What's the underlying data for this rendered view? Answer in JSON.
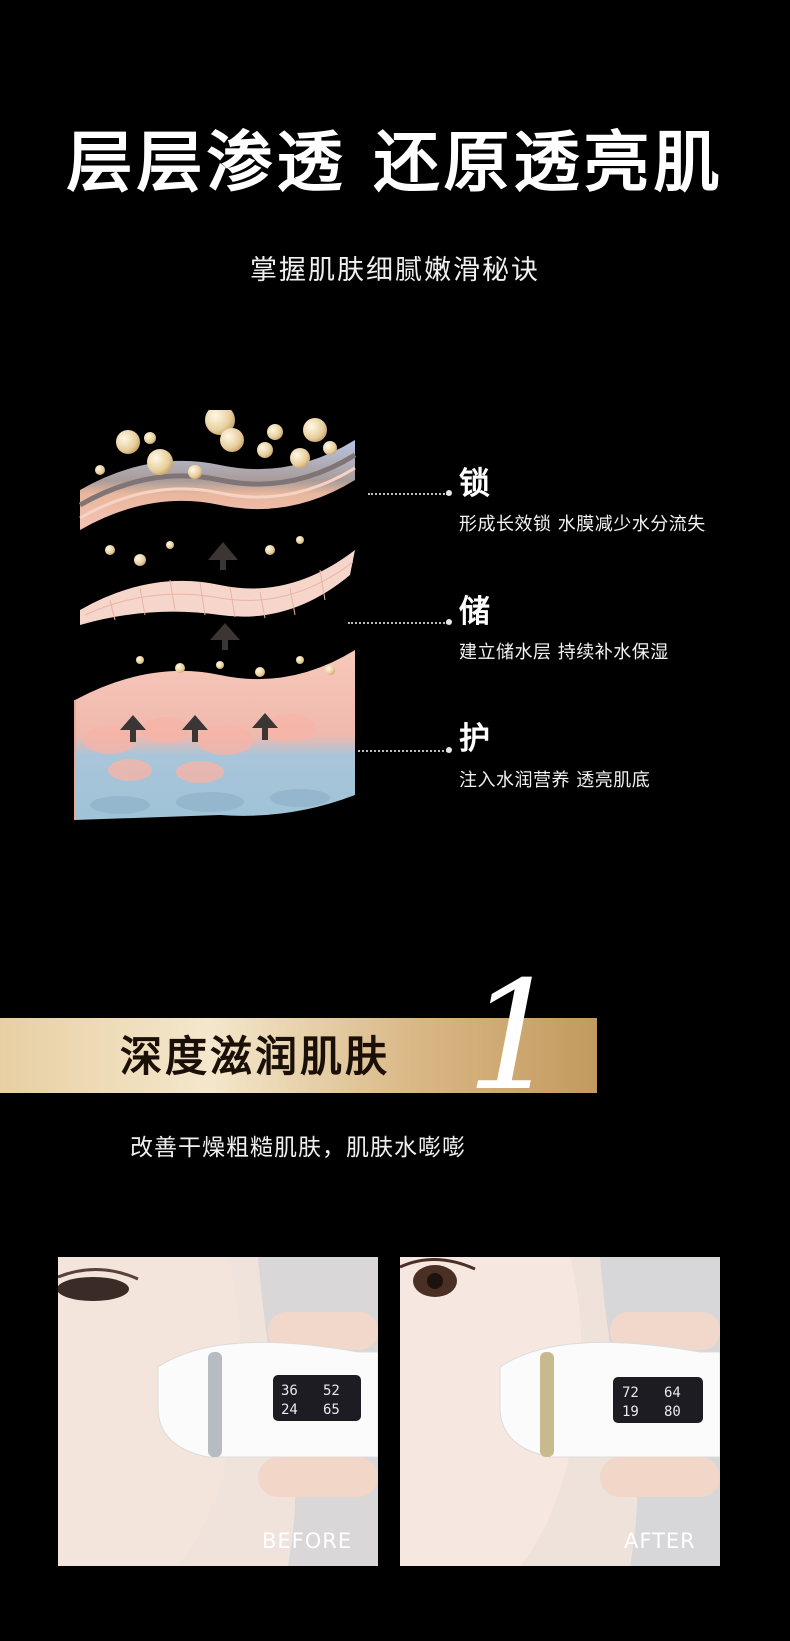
{
  "header": {
    "title": "层层渗透 还原透亮肌",
    "subtitle": "掌握肌肤细腻嫩滑秘诀"
  },
  "layers": [
    {
      "head": "锁",
      "desc": "形成长效锁 水膜减少水分流失"
    },
    {
      "head": "储",
      "desc": "建立储水层 持续补水保湿"
    },
    {
      "head": "护",
      "desc": "注入水润营养 透亮肌底"
    }
  ],
  "section": {
    "number": "1",
    "title": "深度滋润肌肤",
    "tagline": "改善干燥粗糙肌肤，肌肤水嘭嘭"
  },
  "comparison": {
    "before": {
      "label": "BEFORE",
      "readings": {
        "top_left": "36",
        "top_right": "52",
        "bottom_left": "24",
        "bottom_right": "65"
      }
    },
    "after": {
      "label": "AFTER",
      "readings": {
        "top_left": "72",
        "top_right": "64",
        "bottom_left": "19",
        "bottom_right": "80"
      }
    }
  },
  "colors": {
    "background": "#000000",
    "banner_gold": "#d9b784",
    "skin_pink": "#f4c3b4",
    "dermis_blue": "#9fc3d8"
  }
}
